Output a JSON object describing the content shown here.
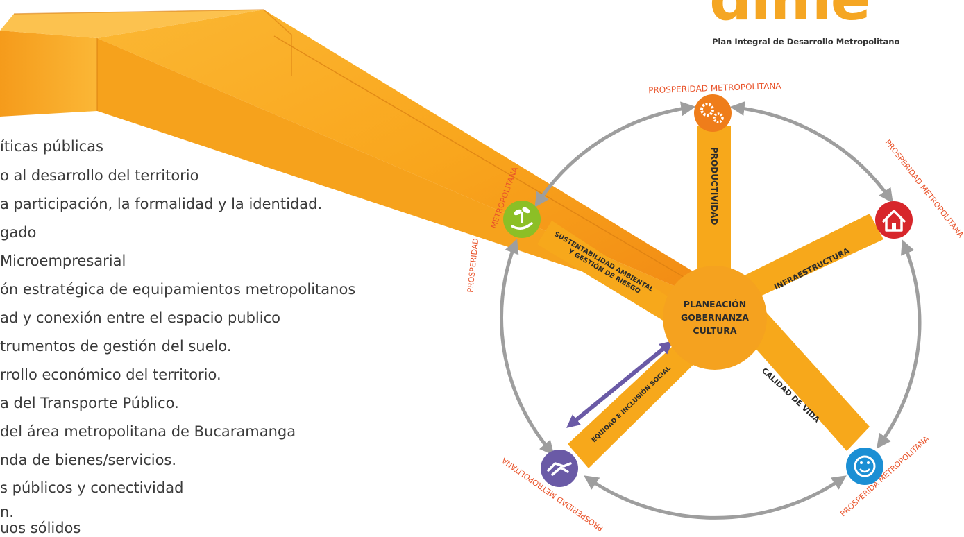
{
  "logo": {
    "fragment": "dime",
    "tagline": "Plan Integral de Desarrollo Metropolitano"
  },
  "text_lines": [
    "íticas públicas",
    "o al desarrollo del territorio",
    "a participación, la formalidad y la identidad.",
    "gado",
    "Microempresarial",
    "ón estratégica de equipamientos metropolitanos",
    "ad y conexión entre el espacio publico",
    "trumentos de gestión del suelo.",
    "rrollo económico del territorio.",
    "a del Transporte Público.",
    "del área metropolitana de Bucaramanga",
    "nda de bienes/servicios.",
    "s públicos y conectividad",
    "n.",
    "uos sólidos"
  ],
  "center": {
    "line1": "PLANEACIÓN",
    "line2": "GOBERNANZA",
    "line3": "CULTURA"
  },
  "arms": {
    "top": "PRODUCTIVIDAD",
    "upper_right": "INFRAESTRUCTURA",
    "lower_right": "CALIDAD DE VIDA",
    "lower_left": "EQUIDAD E INCLUSIÓN SOCIAL",
    "upper_left_1": "SUSTENTABILIDAD AMBIENTAL",
    "upper_left_2": "Y GESTIÓN DE RIESGO"
  },
  "ring_labels": {
    "top": "PROSPERIDAD METROPOLITANA",
    "right": "PROSPERIDAD METROPOLITANA",
    "left_1": "PROSPERIDAD",
    "left_2": "METROPOLITANA",
    "bottom_left": "PROSPERIDAD METROPOLITANA",
    "bottom_right": "PROSPERIDA METROPOLITANA"
  },
  "icons": {
    "top": "gears-icon",
    "right": "house-icon",
    "bottom_right": "smiley-icon",
    "bottom_left": "handshake-icon",
    "left": "plant-in-hand-icon"
  },
  "colors": {
    "orange": "#f7a81b",
    "orange_dark": "#ef7d1a",
    "label_red": "#e9532a",
    "red_icon": "#d7262b",
    "blue_icon": "#1b8fd4",
    "purple": "#6a5aa6",
    "green": "#8cbf26",
    "arrow_grey": "#9e9e9e"
  }
}
